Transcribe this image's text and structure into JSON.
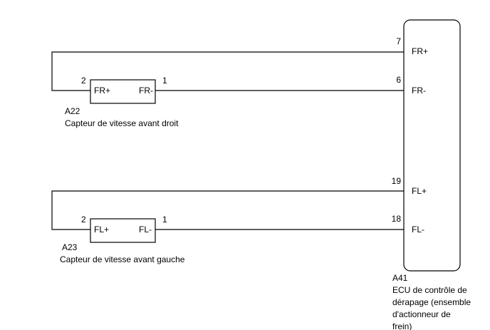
{
  "ecu": {
    "ref": "A41",
    "description_lines": [
      "ECU de contrôle de",
      "dérapage (ensemble",
      "d'actionneur de",
      "frein)"
    ],
    "pins": [
      {
        "number": "7",
        "label": "FR+"
      },
      {
        "number": "6",
        "label": "FR-"
      },
      {
        "number": "19",
        "label": "FL+"
      },
      {
        "number": "18",
        "label": "FL-"
      }
    ]
  },
  "sensors": [
    {
      "ref": "A22",
      "description": "Capteur de vitesse avant droit",
      "pin_left": {
        "number": "2",
        "label": "FR+"
      },
      "pin_right": {
        "number": "1",
        "label": "FR-"
      }
    },
    {
      "ref": "A23",
      "description": "Capteur de vitesse avant gauche",
      "pin_left": {
        "number": "2",
        "label": "FL+"
      },
      "pin_right": {
        "number": "1",
        "label": "FL-"
      }
    }
  ],
  "colors": {
    "line": "#000000",
    "background": "#ffffff"
  }
}
